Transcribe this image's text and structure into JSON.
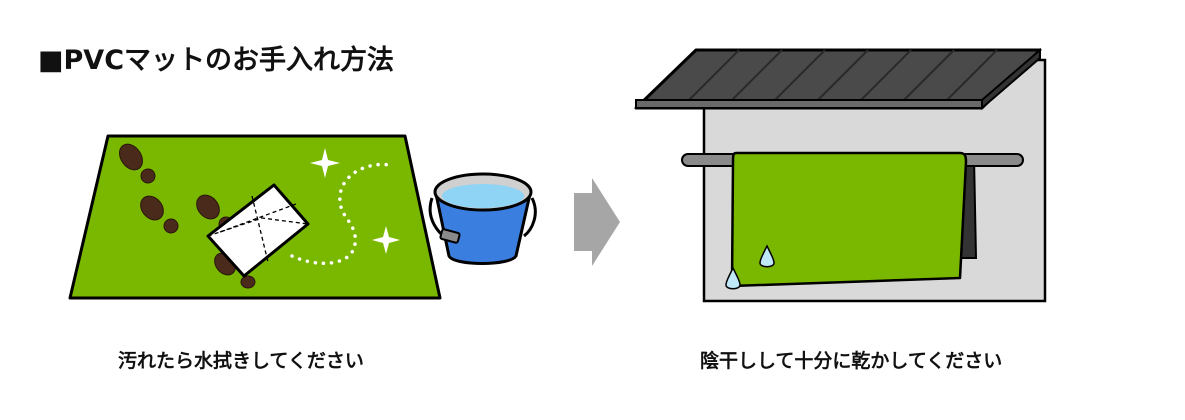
{
  "title": "■PVCマットのお手入れ方法",
  "steps": [
    {
      "caption": "汚れたら水拭きしてください"
    },
    {
      "caption": "陰干しして十分に乾かしてください"
    }
  ],
  "colors": {
    "mat_green": "#7ab800",
    "bucket_blue": "#3a7fe0",
    "water_blue": "#8fd4f5",
    "roof_gray": "#4a4a4a",
    "wall_gray": "#d9d9d9",
    "footprint_brown": "#4a2a1a",
    "arrow_gray": "#a6a6a6"
  }
}
